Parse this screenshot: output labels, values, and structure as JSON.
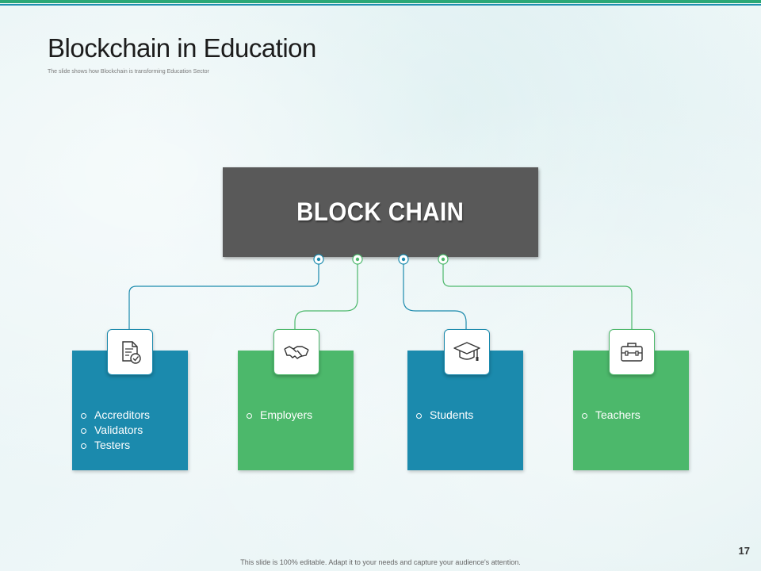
{
  "slide": {
    "title": "Blockchain in Education",
    "subtitle": "The slide shows how Blockchain is transforming Education Sector",
    "page_number": "17",
    "footer": "This slide is 100% editable. Adapt it to your needs and capture your audience's attention."
  },
  "root": {
    "label": "BLOCK CHAIN"
  },
  "colors": {
    "blue": "#1b8aad",
    "green": "#4cb86b",
    "root": "#595959",
    "topbar": "#2aa877"
  },
  "cards": [
    {
      "icon": "document-check-icon",
      "color": "blue",
      "items": [
        "Accreditors",
        "Validators",
        "Testers"
      ]
    },
    {
      "icon": "handshake-icon",
      "color": "green",
      "items": [
        "Employers"
      ]
    },
    {
      "icon": "graduation-cap-icon",
      "color": "blue",
      "items": [
        "Students"
      ]
    },
    {
      "icon": "briefcase-icon",
      "color": "green",
      "items": [
        "Teachers"
      ]
    }
  ]
}
